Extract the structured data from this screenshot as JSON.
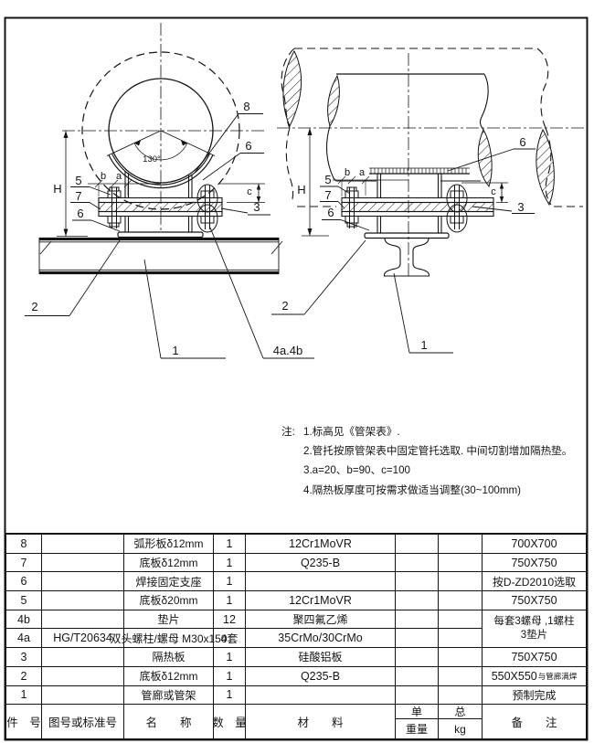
{
  "drawing": {
    "labels": {
      "n8": "8",
      "n7": "7",
      "n6": "6",
      "n5": "5",
      "n3": "3",
      "n2": "2",
      "n1": "1",
      "n4ab": "4a.4b",
      "h": "H",
      "a": "a",
      "b": "b",
      "c": "c",
      "angle": "130°"
    },
    "notes": {
      "prefix": "注:",
      "lines": [
        "1.标高见《管架表》.",
        "2.管托按原管架表中固定管托选取. 中间切割增加隔热垫。",
        "3.a=20、b=90、c=100",
        "4.隔热板厚度可按需求做适当调整(30~100mm)"
      ]
    }
  },
  "bom": {
    "headers": {
      "part_no": "件　号",
      "std_no": "图号或标准号",
      "name": "名　　称",
      "qty": "数　量",
      "material": "材　　料",
      "unit": "单",
      "total": "总",
      "weight_label": "重量",
      "unit_kg": "kg",
      "remark": "备　　注"
    },
    "rows": [
      {
        "no": "8",
        "std": "",
        "name": "弧形板δ12mm",
        "qty": "1",
        "material": "12Cr1MoVR",
        "remark": "700X700"
      },
      {
        "no": "7",
        "std": "",
        "name": "底板δ12mm",
        "qty": "1",
        "material": "Q235-B",
        "remark": "750X750"
      },
      {
        "no": "6",
        "std": "",
        "name": "焊接固定支座",
        "qty": "1",
        "material": "",
        "remark": "按D-ZD2010选取"
      },
      {
        "no": "5",
        "std": "",
        "name": "底板δ20mm",
        "qty": "1",
        "material": "12Cr1MoVR",
        "remark": "750X750"
      },
      {
        "no": "4b",
        "std": "",
        "name": "垫片",
        "qty": "12",
        "material": "聚四氟乙烯",
        "remark": ""
      },
      {
        "no": "4a",
        "std": "HG/T20634",
        "name": "双头螺柱/螺母 M30x150",
        "qty": "4套",
        "material": "35CrMo/30CrMo",
        "remark": ""
      },
      {
        "no": "3",
        "std": "",
        "name": "隔热板",
        "qty": "1",
        "material": "硅酸铝板",
        "remark": "750X750"
      },
      {
        "no": "2",
        "std": "",
        "name": "底板δ12mm",
        "qty": "1",
        "material": "Q235-B",
        "remark": "550X550",
        "remark_small": "与管廊满焊"
      },
      {
        "no": "1",
        "std": "",
        "name": "管廊或管架",
        "qty": "1",
        "material": "",
        "remark": "预制完成"
      }
    ],
    "merged_remark": {
      "line1": "每套3螺母 ,1螺柱",
      "line2": "3垫片"
    }
  }
}
